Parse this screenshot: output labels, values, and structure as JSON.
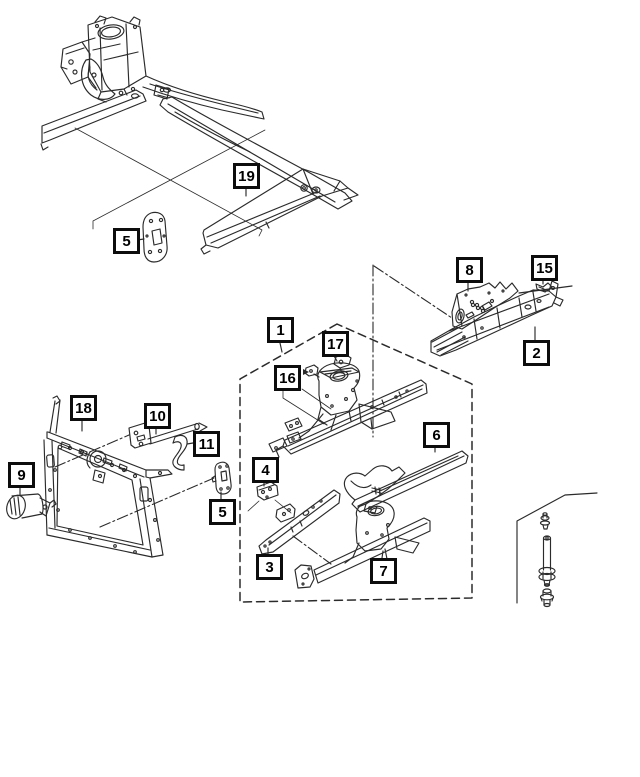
{
  "figure": {
    "type": "exploded-parts-diagram",
    "background": "#ffffff",
    "colors": {
      "line": "#2b2b2b",
      "label_border": "#0d0d0d",
      "label_text": "#000000",
      "label_background": "#ffffff"
    }
  },
  "callouts": [
    {
      "number": "19"
    },
    {
      "number": "5"
    },
    {
      "number": "8"
    },
    {
      "number": "15"
    },
    {
      "number": "2"
    },
    {
      "number": "1"
    },
    {
      "number": "17"
    },
    {
      "number": "16"
    },
    {
      "number": "4"
    },
    {
      "number": "6"
    },
    {
      "number": "3"
    },
    {
      "number": "7"
    },
    {
      "number": "18"
    },
    {
      "number": "10"
    },
    {
      "number": "11"
    },
    {
      "number": "9"
    },
    {
      "number": "5"
    }
  ]
}
